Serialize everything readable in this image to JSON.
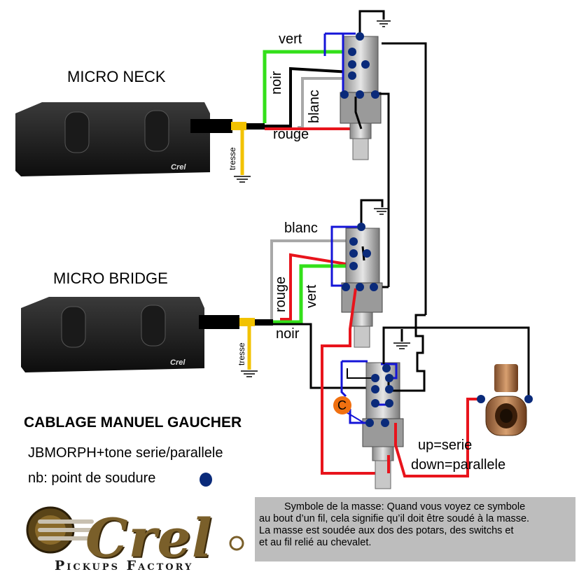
{
  "labels": {
    "micro_neck": "MICRO NECK",
    "micro_bridge": "MICRO BRIDGE",
    "neck_wires": {
      "vert": "vert",
      "noir": "noir",
      "blanc": "blanc",
      "rouge": "rouge",
      "tresse": "tresse"
    },
    "bridge_wires": {
      "blanc": "blanc",
      "rouge": "rouge",
      "vert": "vert",
      "noir": "noir",
      "tresse": "tresse"
    },
    "capacitor": "C",
    "pickup_brand": "Crel",
    "switch_up": "up=serie",
    "switch_down": "down=parallele"
  },
  "info": {
    "title": "CABLAGE MANUEL GAUCHER",
    "subtitle": "JBMORPH+tone serie/parallele",
    "solder_note": "nb: point de soudure"
  },
  "ground_note": {
    "line1": "Symbole de la masse: Quand vous voyez ce symbole",
    "line2": "au bout d’un fil, cela signifie qu’il doit être soudé à la masse.",
    "line3": "La masse est soudée aux dos des potars, des switchs et",
    "line4": "et au fil relié au chevalet."
  },
  "brand": {
    "logo": "Crel",
    "tagline": "Pickups Factory"
  },
  "colors": {
    "red": "#e8141c",
    "green": "#33e01a",
    "blue": "#1414d8",
    "black": "#000000",
    "gray": "#a8a8a8",
    "yellow": "#f2c200",
    "solder": "#0a2a7a",
    "capacitor": "#f07010",
    "note_bg": "#bdbdbd"
  }
}
